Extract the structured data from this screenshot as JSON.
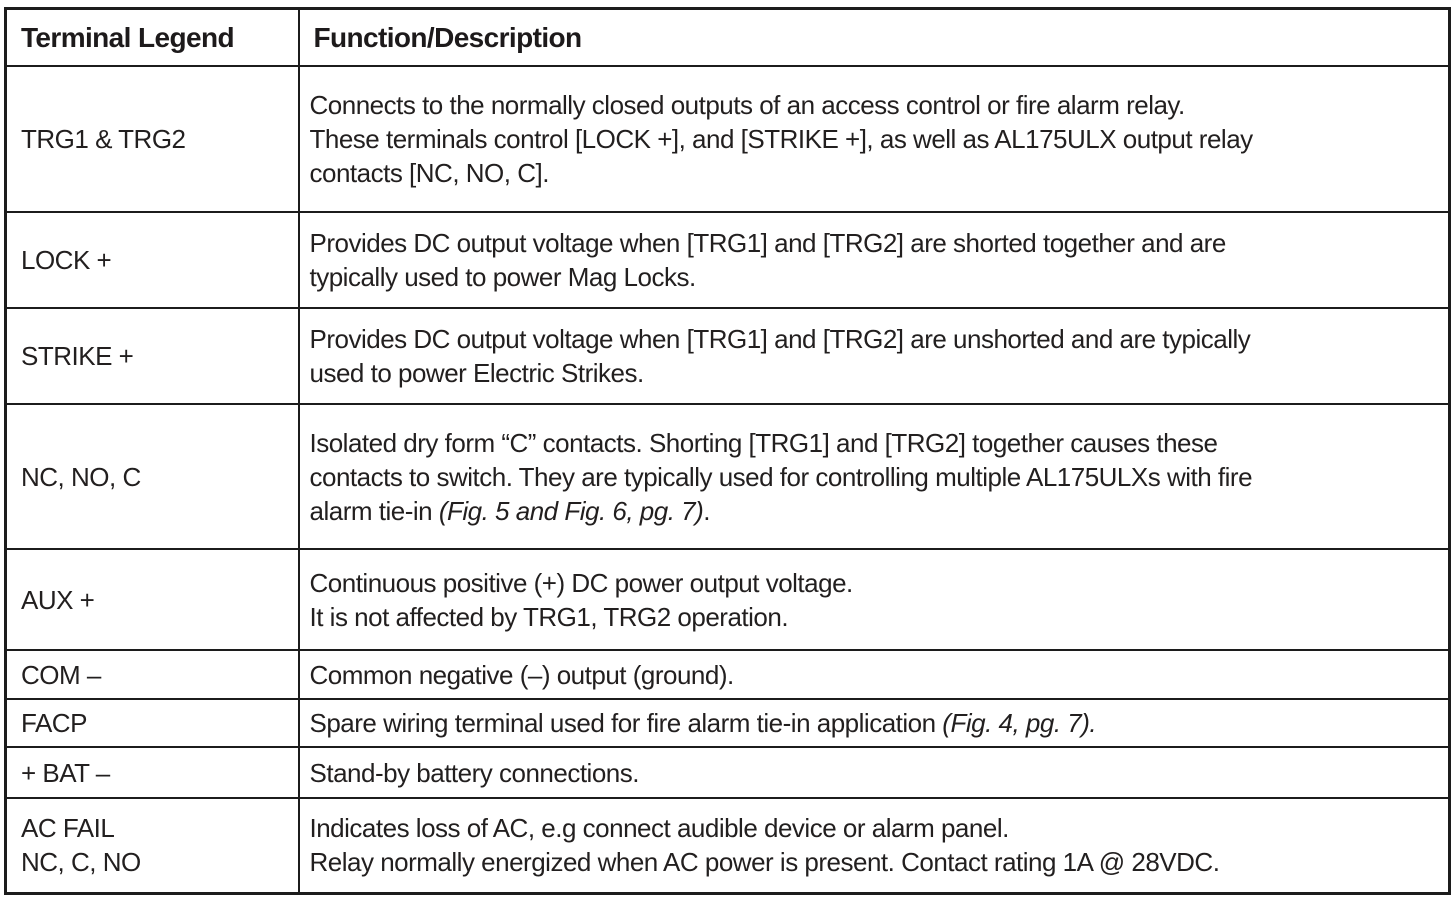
{
  "table": {
    "columns": [
      "Terminal Legend",
      "Function/Description"
    ],
    "rows": [
      {
        "terminal": [
          "TRG1 & TRG2"
        ],
        "description": [
          [
            {
              "text": "Connects to the normally closed outputs of an access control or fire alarm relay."
            }
          ],
          [
            {
              "text": "These terminals control [LOCK +], and [STRIKE +], as well as AL175ULX output relay"
            }
          ],
          [
            {
              "text": "contacts [NC, NO, C]."
            }
          ]
        ]
      },
      {
        "terminal": [
          "LOCK +"
        ],
        "description": [
          [
            {
              "text": "Provides DC output voltage when [TRG1] and [TRG2] are shorted together and are"
            }
          ],
          [
            {
              "text": "typically used to power Mag Locks."
            }
          ]
        ]
      },
      {
        "terminal": [
          "STRIKE +"
        ],
        "description": [
          [
            {
              "text": "Provides DC output voltage when [TRG1] and [TRG2] are unshorted and are typically"
            }
          ],
          [
            {
              "text": "used to power Electric Strikes."
            }
          ]
        ]
      },
      {
        "terminal": [
          "NC, NO, C"
        ],
        "description": [
          [
            {
              "text": "Isolated dry form “C” contacts. Shorting [TRG1] and [TRG2] together causes these"
            }
          ],
          [
            {
              "text": "contacts to switch. They are typically used for controlling multiple AL175ULXs with fire"
            }
          ],
          [
            {
              "text": "alarm tie-in "
            },
            {
              "text": "(Fig. 5 and Fig. 6, pg. 7)",
              "italic": true
            },
            {
              "text": "."
            }
          ]
        ]
      },
      {
        "terminal": [
          "AUX +"
        ],
        "description": [
          [
            {
              "text": "Continuous positive (+) DC power output voltage."
            }
          ],
          [
            {
              "text": "It is not affected by TRG1, TRG2 operation."
            }
          ]
        ]
      },
      {
        "terminal": [
          "COM –"
        ],
        "description": [
          [
            {
              "text": "Common negative (–) output (ground)."
            }
          ]
        ]
      },
      {
        "terminal": [
          "FACP"
        ],
        "description": [
          [
            {
              "text": "Spare wiring terminal used for fire alarm tie-in application "
            },
            {
              "text": "(Fig. 4, pg. 7).",
              "italic": true
            }
          ]
        ]
      },
      {
        "terminal": [
          "+ BAT –"
        ],
        "description": [
          [
            {
              "text": "Stand-by battery connections."
            }
          ]
        ]
      },
      {
        "terminal": [
          "AC FAIL",
          "NC, C, NO"
        ],
        "description": [
          [
            {
              "text": "Indicates loss of AC, e.g connect audible device or alarm panel."
            }
          ],
          [
            {
              "text": "Relay normally energized when AC power is present. Contact rating 1A @ 28VDC."
            }
          ]
        ]
      }
    ]
  },
  "colors": {
    "border": "#1c1c1c",
    "text": "#221f1f",
    "background": "#ffffff"
  }
}
